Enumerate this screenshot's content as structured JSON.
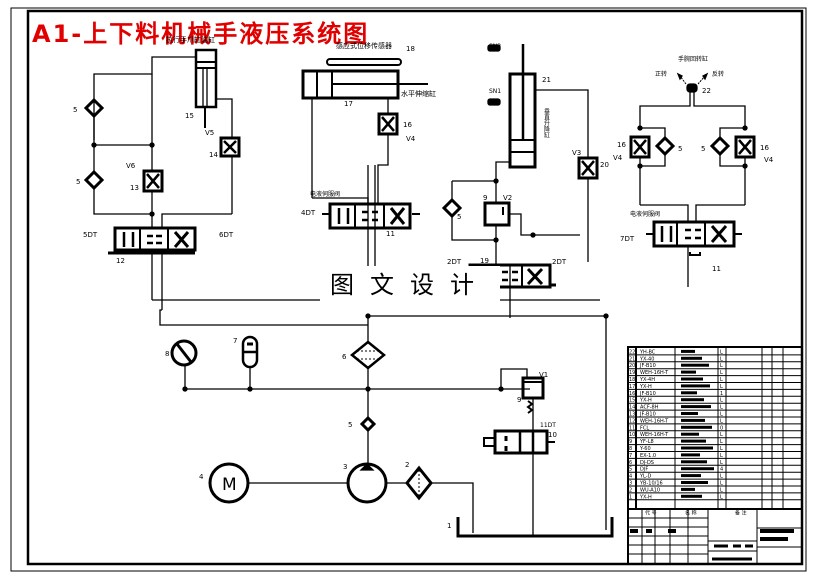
{
  "title": "A1-上下料机械手液压系统图",
  "watermark": "图文设计",
  "labels": {
    "exec_cyl": "执行手爪缸油缸",
    "sensor": "感应式位移传感器",
    "n18": "18",
    "n17": "17",
    "horiz_cyl": "水平伸缩缸",
    "n16a": "16",
    "v4a": "V4",
    "n15": "15",
    "v5": "V5",
    "n14": "14",
    "n13": "13",
    "v6": "V6",
    "n5a": "5",
    "n5b": "5",
    "sn2": "SN2",
    "sn1": "SN1",
    "n21": "21",
    "vert_cyl": "垂直升降缸",
    "v3": "V3",
    "n20": "20",
    "rot_cyl": "手腕回转缸",
    "cw": "正转",
    "ccw": "反转",
    "n22": "22",
    "n16b": "16",
    "v4b": "V4",
    "n5c": "5",
    "n5d": "5",
    "n16c": "16",
    "v4c": "V4",
    "valve_name1": "电液伺服阀",
    "valve_name2": "电液伺服阀",
    "dt4": "4DT",
    "n11a": "11",
    "dt5": "5DT",
    "dt6": "6DT",
    "n12": "12",
    "n9a": "9",
    "v2": "V2",
    "n5e": "5",
    "dt2a": "2DT",
    "n19": "19",
    "dt2b": "2DT",
    "dt7": "7DT",
    "n11b": "11",
    "n8": "8",
    "n7": "7",
    "n6": "6",
    "v1": "V1",
    "n9b": "9",
    "dt11": "11DT",
    "n10": "10",
    "n5f": "5",
    "n4": "4",
    "motor": "M",
    "n3": "3",
    "n2": "2",
    "n1": "1"
  },
  "parts_list": {
    "rows": [
      {
        "no": "22",
        "code": "YH-BC",
        "unit": "L"
      },
      {
        "no": "21",
        "code": "YX-40",
        "unit": "L"
      },
      {
        "no": "20",
        "code": "JF-B10",
        "unit": "L"
      },
      {
        "no": "19",
        "code": "WEH-16H-T",
        "unit": "L"
      },
      {
        "no": "18",
        "code": "YX-4H",
        "unit": "L"
      },
      {
        "no": "17",
        "code": "YX-H",
        "unit": "L"
      },
      {
        "no": "16",
        "code": "JF-B10",
        "unit": "1"
      },
      {
        "no": "15",
        "code": "YX-H",
        "unit": "L"
      },
      {
        "no": "14",
        "code": "ACF-8H",
        "unit": "L"
      },
      {
        "no": "13",
        "code": "JF-B10",
        "unit": "L"
      },
      {
        "no": "12",
        "code": "WEH-16H-T",
        "unit": "L"
      },
      {
        "no": "11",
        "code": "FCL",
        "unit": "0"
      },
      {
        "no": "10",
        "code": "WEH-16H-T",
        "unit": "L"
      },
      {
        "no": "9",
        "code": "YF-L8",
        "unit": "L"
      },
      {
        "no": "8",
        "code": "Y-60",
        "unit": "L"
      },
      {
        "no": "7",
        "code": "EX-1.0",
        "unit": "L"
      },
      {
        "no": "6",
        "code": "DJ-DS",
        "unit": "L"
      },
      {
        "no": "5",
        "code": "DJF",
        "unit": "4"
      },
      {
        "no": "4",
        "code": "YL-D",
        "unit": "L"
      },
      {
        "no": "3",
        "code": "YB-10/16",
        "unit": "L"
      },
      {
        "no": "2",
        "code": "WU-A10",
        "unit": "L"
      },
      {
        "no": "1",
        "code": "YX-H",
        "unit": "L"
      }
    ],
    "header": {
      "code": "代 号",
      "name": "名 称",
      "remark": "备 注"
    }
  }
}
